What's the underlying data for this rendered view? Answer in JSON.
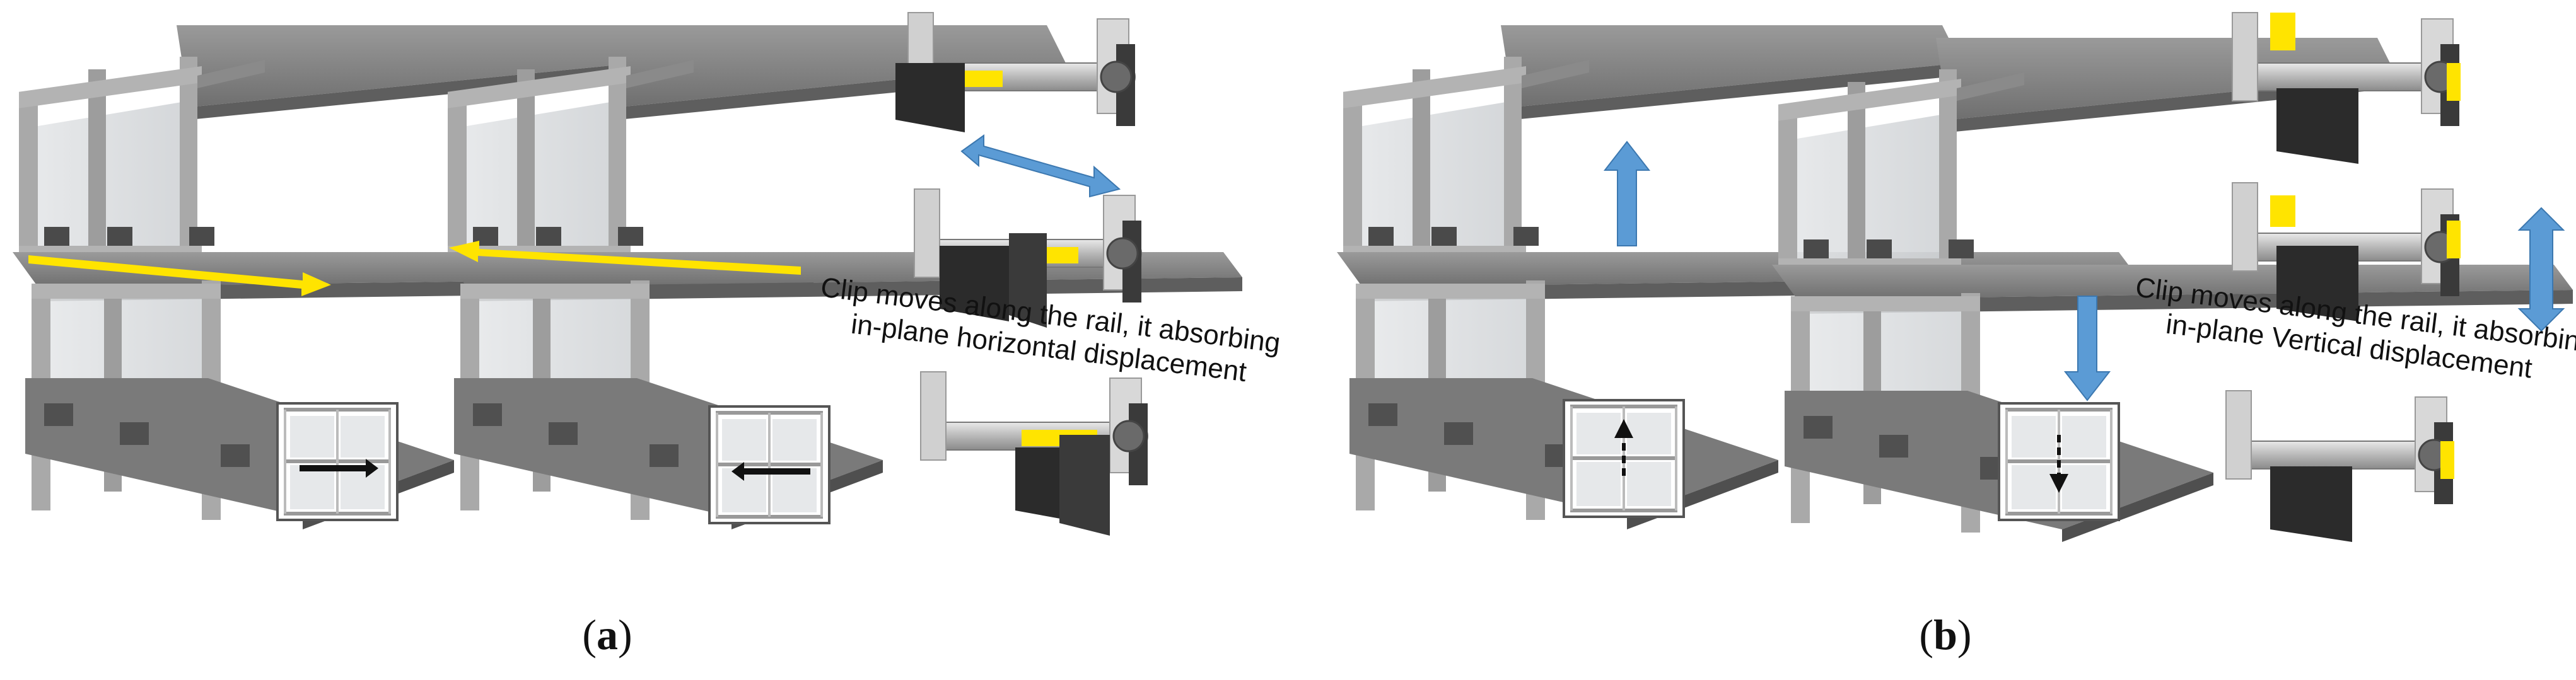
{
  "panels": [
    {
      "id": "a",
      "caption_letter": "a",
      "note_line1": "Clip moves along the rail, it absorbing",
      "note_line2": "in-plane horizontal displacement"
    },
    {
      "id": "b",
      "caption_letter": "b",
      "note_line1": "Clip moves along the rail, it absorbing",
      "note_line2": "in-plane Vertical displacement"
    }
  ],
  "colors": {
    "frame": "#a9a9a9",
    "frame_dark": "#7d7d7d",
    "slab": "#8f8f8f",
    "glass": "#d9dcde",
    "highlight": "#ffe400",
    "arrow_blue": "#5b9bd5",
    "clip_dark": "#2b2b2b"
  },
  "icons": [
    "yellow-arrow",
    "blue-double-arrow",
    "blue-up-arrow",
    "blue-down-arrow",
    "movement-inset-icon"
  ]
}
